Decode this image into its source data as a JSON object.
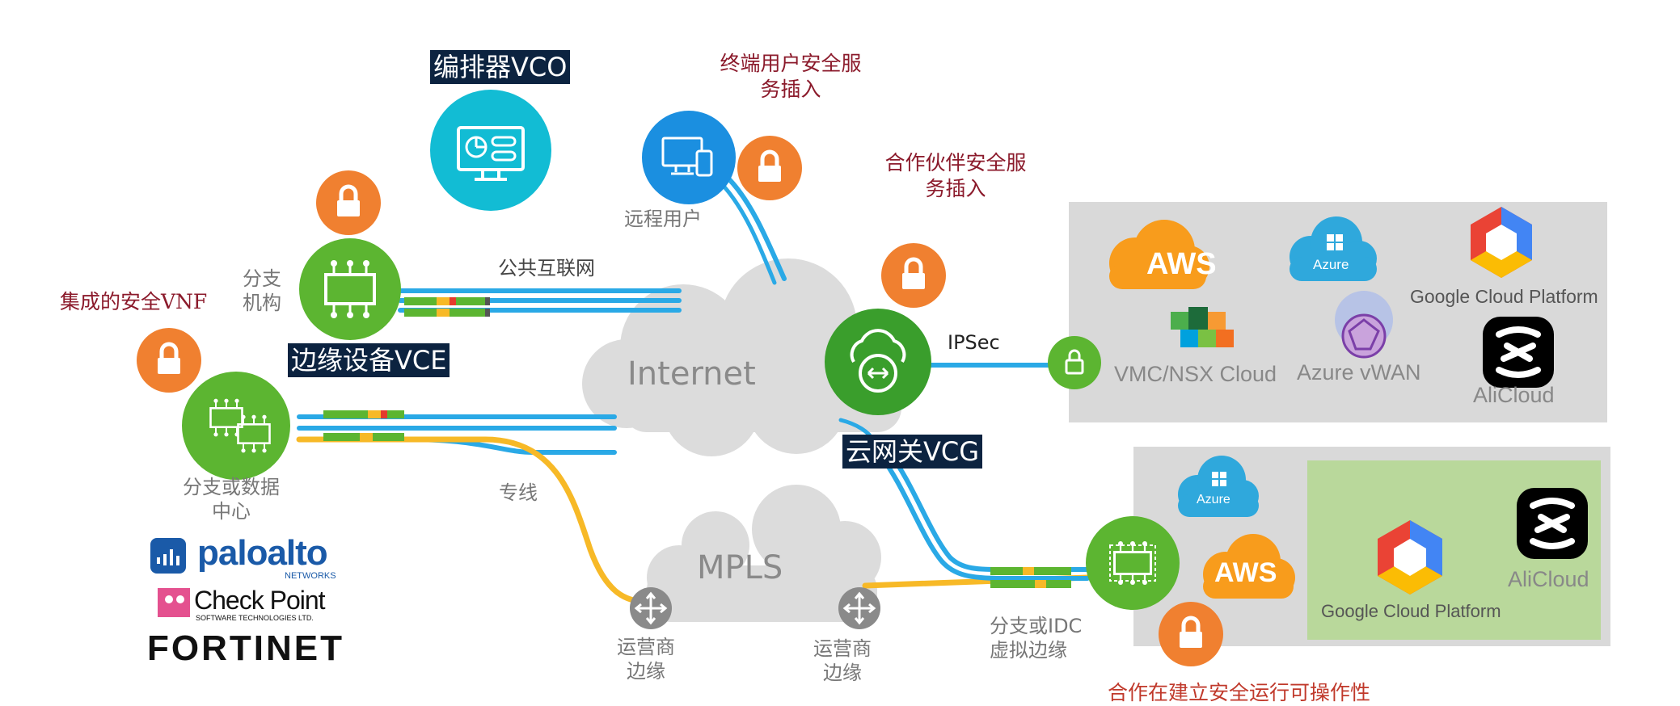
{
  "titles": {
    "vco": "编排器VCO",
    "vce": "边缘设备VCE",
    "vcg": "云网关VCG"
  },
  "annotations": {
    "endpoint_security_1": "终端用户安全服",
    "endpoint_security_2": "务插入",
    "partner_security_1": "合作伙伴安全服",
    "partner_security_2": "务插入",
    "integrated_vnf": "集成的安全VNF",
    "bottom_cut": "合作在建立安全运行可操作性"
  },
  "labels": {
    "remote_user": "远程用户",
    "branch_1": "分支",
    "branch_2": "机构",
    "public_internet": "公共互联网",
    "internet": "Internet",
    "ipsec": "IPSec",
    "mpls": "MPLS",
    "dedicated_line": "专线",
    "branch_dc_1": "分支或数据",
    "branch_dc_2": "中心",
    "carrier_edge_1": "运营商",
    "carrier_edge_2": "边缘",
    "idc_1": "分支或IDC",
    "idc_2": "虚拟边缘"
  },
  "cloud_panel_top": {
    "aws": "AWS",
    "azure": "Azure",
    "google": "Google Cloud Platform",
    "vmc": "VMC/NSX Cloud",
    "azure_vwan": "Azure vWAN",
    "alicloud": "AliCloud"
  },
  "cloud_panel_bottom": {
    "azure": "Azure",
    "aws": "AWS",
    "google": "Google Cloud Platform",
    "alicloud": "AliCloud"
  },
  "vendors": {
    "paloalto": "paloalto",
    "paloalto_sub": "NETWORKS",
    "checkpoint": "Check Point",
    "checkpoint_sub": "SOFTWARE TECHNOLOGIES LTD.",
    "fortinet": "FORTINET"
  },
  "colors": {
    "orange": "#f08030",
    "green": "#5cb531",
    "blue": "#1b8fe0",
    "teal": "#12bcd4",
    "navy": "#0c2340",
    "line_blue": "#2aa9e6",
    "line_yellow": "#f7b927",
    "panel_gray": "#d9d9d9",
    "panel_green": "#b9d89b",
    "annotation_red": "#8b1a2b"
  }
}
